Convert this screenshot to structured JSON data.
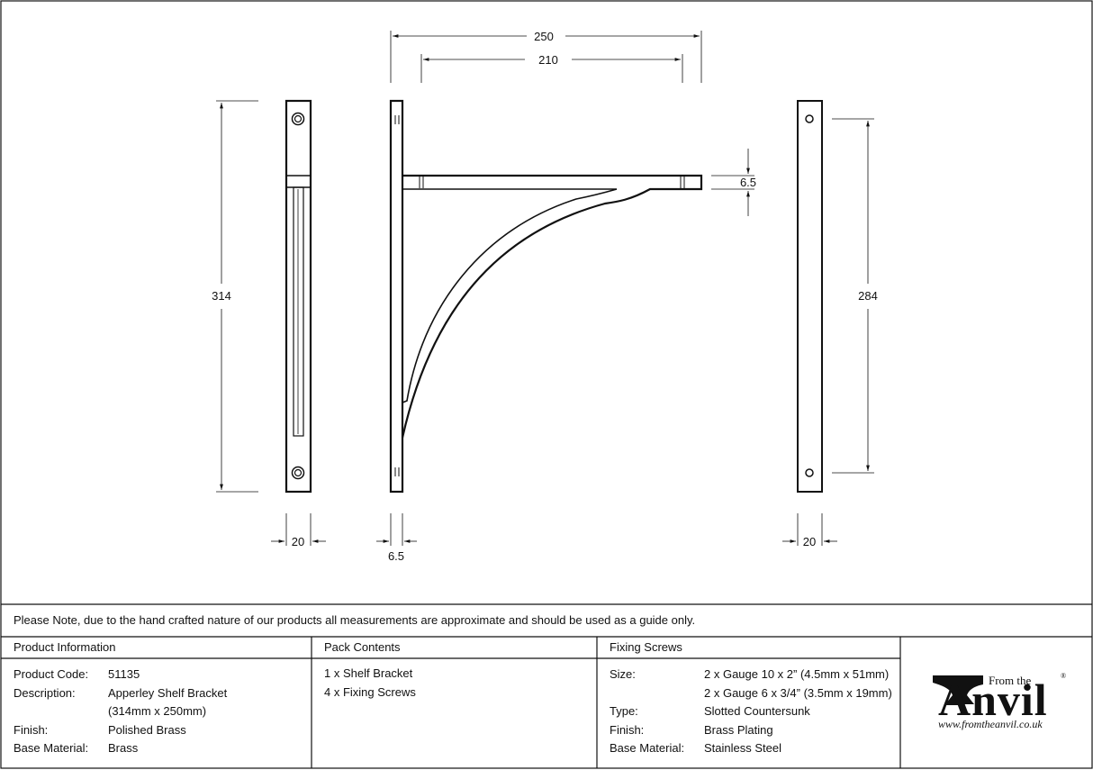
{
  "drawing": {
    "dimensions": {
      "overall_width": "250",
      "arm_length": "210",
      "arm_thickness": "6.5",
      "overall_height": "314",
      "hole_centres": "284",
      "front_width": "20",
      "side_thickness": "6.5",
      "back_width": "20"
    }
  },
  "note": "Please Note, due to the hand crafted nature of our products all measurements are approximate and should be used as a guide only.",
  "product_information": {
    "heading": "Product Information",
    "rows": [
      {
        "label": "Product Code:",
        "value": "51135"
      },
      {
        "label": "Description:",
        "value": "Apperley Shelf Bracket"
      },
      {
        "label": "",
        "value": "(314mm x 250mm)"
      },
      {
        "label": "Finish:",
        "value": "Polished Brass"
      },
      {
        "label": "Base Material:",
        "value": "Brass"
      }
    ]
  },
  "pack_contents": {
    "heading": "Pack Contents",
    "items": [
      "1 x Shelf Bracket",
      "4 x Fixing Screws"
    ]
  },
  "fixing_screws": {
    "heading": "Fixing Screws",
    "rows": [
      {
        "label": "Size:",
        "value": "2 x Gauge 10 x 2” (4.5mm x 51mm)"
      },
      {
        "label": "",
        "value": "2 x Gauge 6 x 3/4” (3.5mm x 19mm)"
      },
      {
        "label": "Type:",
        "value": "Slotted Countersunk"
      },
      {
        "label": "Finish:",
        "value": "Brass Plating"
      },
      {
        "label": "Base Material:",
        "value": "Stainless Steel"
      }
    ]
  },
  "logo": {
    "from_the": "From the",
    "anvil": "Anvil",
    "registered": "®",
    "url": "www.fromtheanvil.co.uk"
  }
}
